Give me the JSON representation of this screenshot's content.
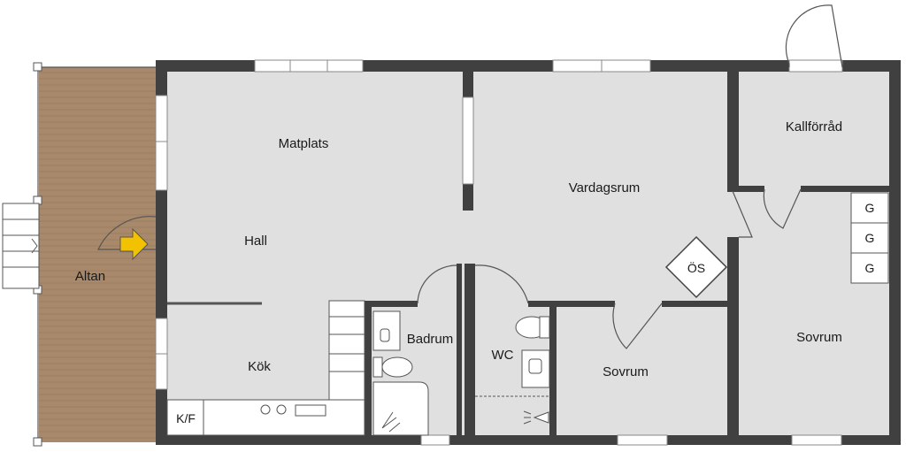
{
  "colors": {
    "floor": "#e0e0e0",
    "wall": "#404040",
    "deck": "#a8896b",
    "deck_line": "#8f7256",
    "arrow": "#f2c200",
    "window": "#ffffff"
  },
  "rooms": {
    "matplats": "Matplats",
    "hall": "Hall",
    "kok": "Kök",
    "vardagsrum": "Vardagsrum",
    "kallforrad": "Kallförråd",
    "badrum": "Badrum",
    "wc": "WC",
    "sovrum_mid": "Sovrum",
    "sovrum_right": "Sovrum",
    "altan": "Altan"
  },
  "fixtures": {
    "os": "ÖS",
    "kf": "K/F",
    "g1": "G",
    "g2": "G",
    "g3": "G"
  },
  "icons": {
    "entrance": "entrance-arrow-icon",
    "stairs": "stairs-icon",
    "shower": "shower-icon",
    "toilet": "toilet-icon",
    "sink": "sink-icon",
    "stove": "stove-icon"
  }
}
